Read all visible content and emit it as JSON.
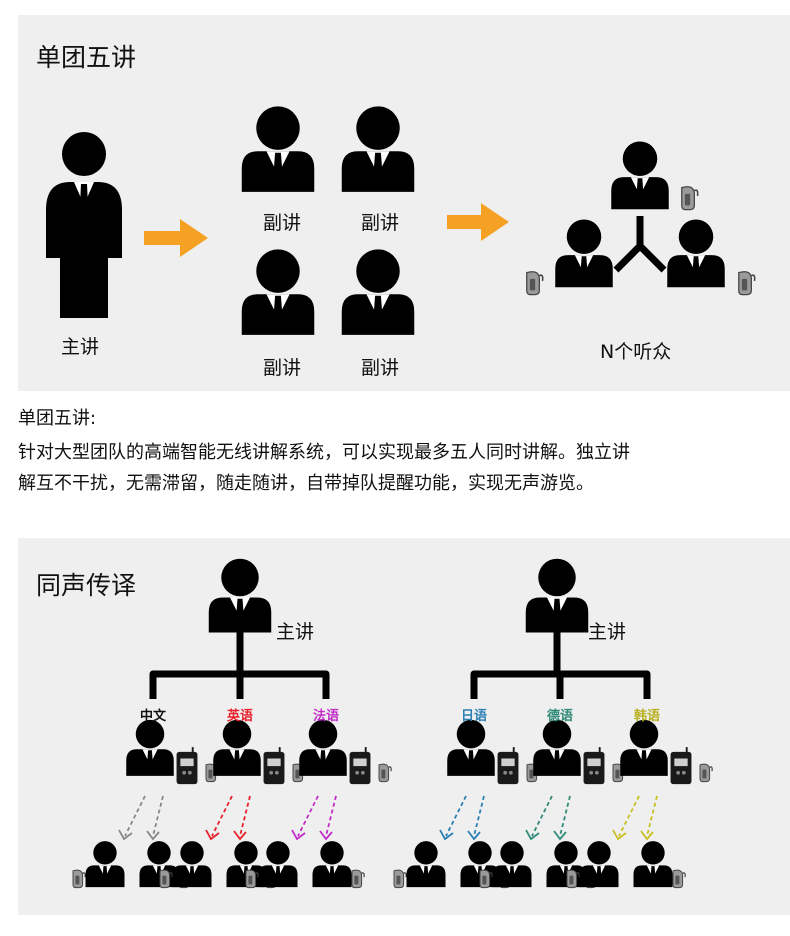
{
  "section1": {
    "title": "单团五讲",
    "main_speaker_label": "主讲",
    "sub_speaker_labels": [
      "副讲",
      "副讲",
      "副讲",
      "副讲"
    ],
    "audience_label": "N个听众"
  },
  "description": {
    "heading": "单团五讲:",
    "line1": "针对大型团队的高端智能无线讲解系统，可以实现最多五人同时讲解。独立讲",
    "line2": "解互不干扰，无需滞留，随走随讲，自带掉队提醒功能，实现无声游览。"
  },
  "section2": {
    "title": "同声传译",
    "groups": [
      {
        "speaker_label": "主讲",
        "languages": [
          {
            "name": "中文",
            "color": "#111111",
            "arrow_color": "#888888"
          },
          {
            "name": "英语",
            "color": "#e8202a",
            "arrow_color": "#e8202a"
          },
          {
            "name": "法语",
            "color": "#c02cc8",
            "arrow_color": "#c02cc8"
          }
        ]
      },
      {
        "speaker_label": "主讲",
        "languages": [
          {
            "name": "日语",
            "color": "#2a7fb4",
            "arrow_color": "#2a7fb4"
          },
          {
            "name": "德语",
            "color": "#2f8a78",
            "arrow_color": "#2f8a78"
          },
          {
            "name": "韩语",
            "color": "#b8b020",
            "arrow_color": "#c8c020"
          }
        ]
      }
    ]
  },
  "colors": {
    "panel_bg": "#efefef",
    "arrow_orange": "#f5a124",
    "figure": "#000000",
    "earpiece": "#9a9a9a"
  }
}
